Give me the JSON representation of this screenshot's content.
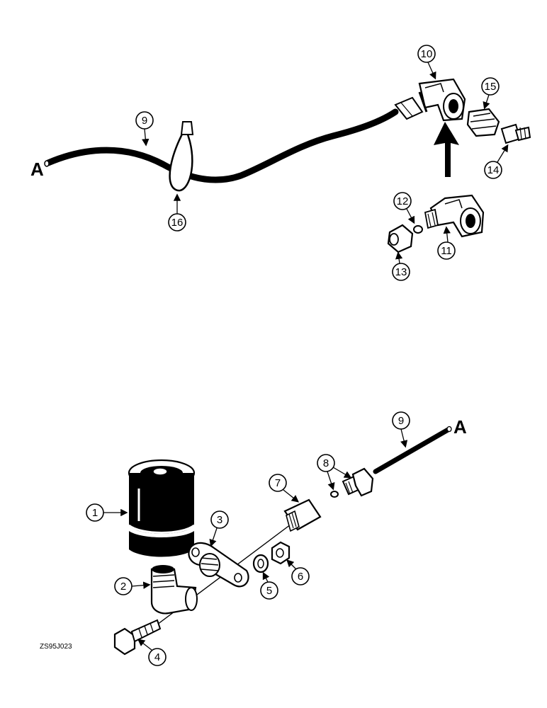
{
  "connector_letter": "A",
  "drawing_code": "ZS95J023",
  "callouts": {
    "c1": "1",
    "c2": "2",
    "c3": "3",
    "c4": "4",
    "c5": "5",
    "c6": "6",
    "c7": "7",
    "c8": "8",
    "c9_top": "9",
    "c9_bottom": "9",
    "c10": "10",
    "c11": "11",
    "c12": "12",
    "c13": "13",
    "c14": "14",
    "c15": "15",
    "c16": "16"
  }
}
